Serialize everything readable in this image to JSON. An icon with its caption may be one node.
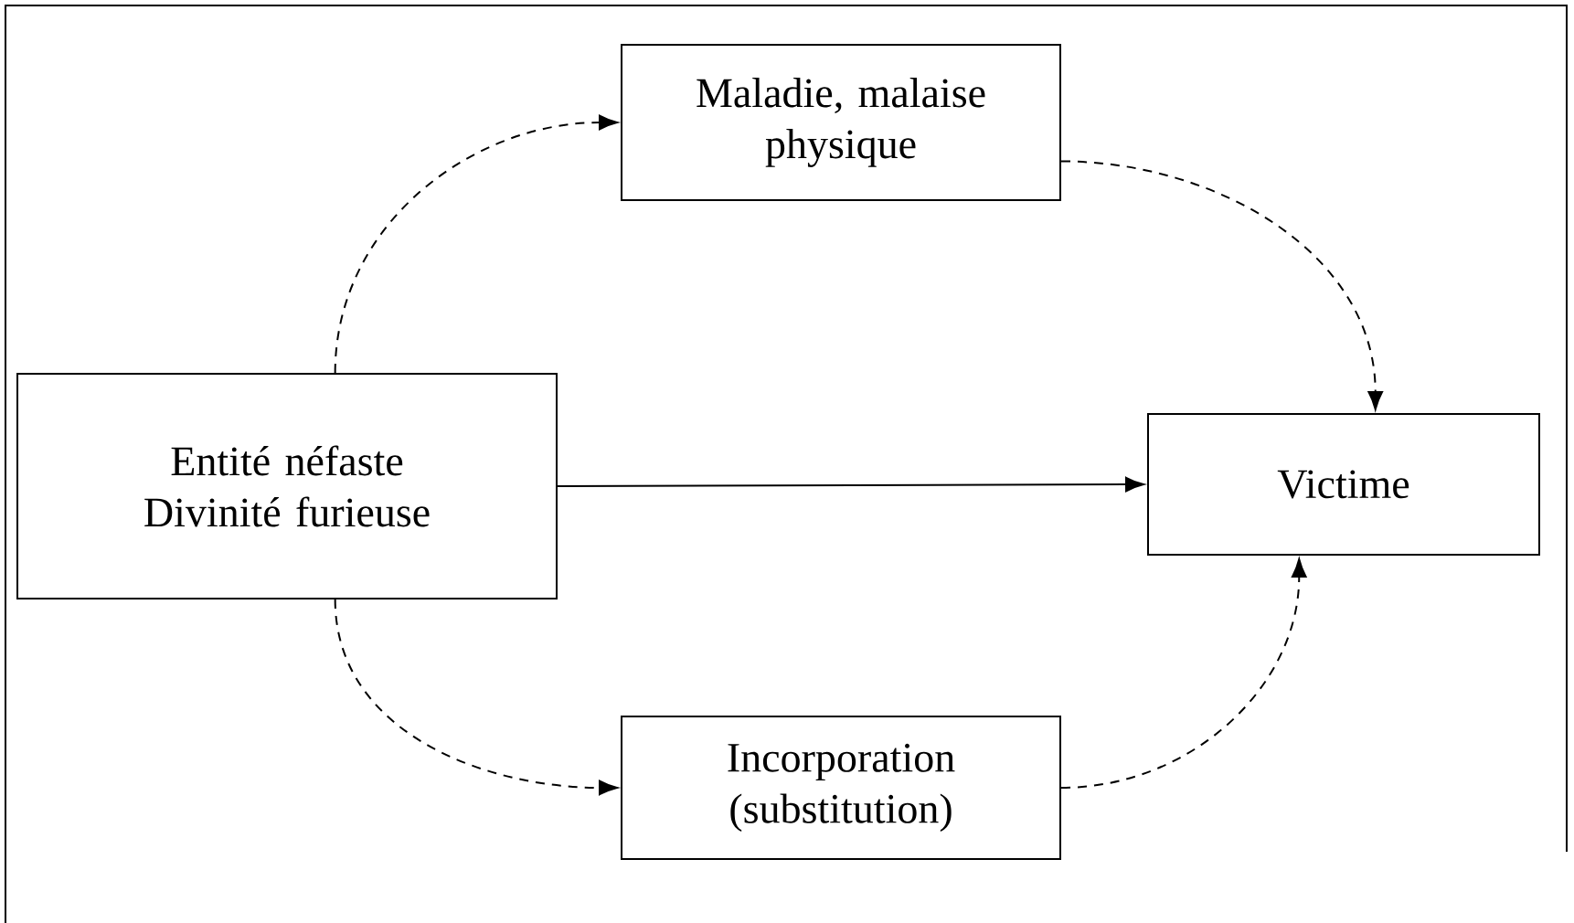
{
  "diagram": {
    "nodes": [
      {
        "text": [
          "Entité néfaste",
          "Divinité furieuse"
        ]
      },
      {
        "text": [
          "Maladie, malaise physique"
        ]
      },
      {
        "text": [
          "Victime"
        ]
      },
      {
        "text": [
          "Incorporation (substitution)"
        ]
      }
    ],
    "edges": [
      {
        "from": 0,
        "to": 1,
        "arrow": "to",
        "style": "dashed"
      },
      {
        "from": 1,
        "to": 2,
        "arrow": "to",
        "style": "dashed"
      },
      {
        "from": 0,
        "to": 2,
        "arrow": "to"
      },
      {
        "from": 0,
        "to": 3,
        "arrow": "to",
        "style": "dashed"
      },
      {
        "from": 3,
        "to": 2,
        "arrow": "to",
        "style": "dashed"
      }
    ]
  }
}
